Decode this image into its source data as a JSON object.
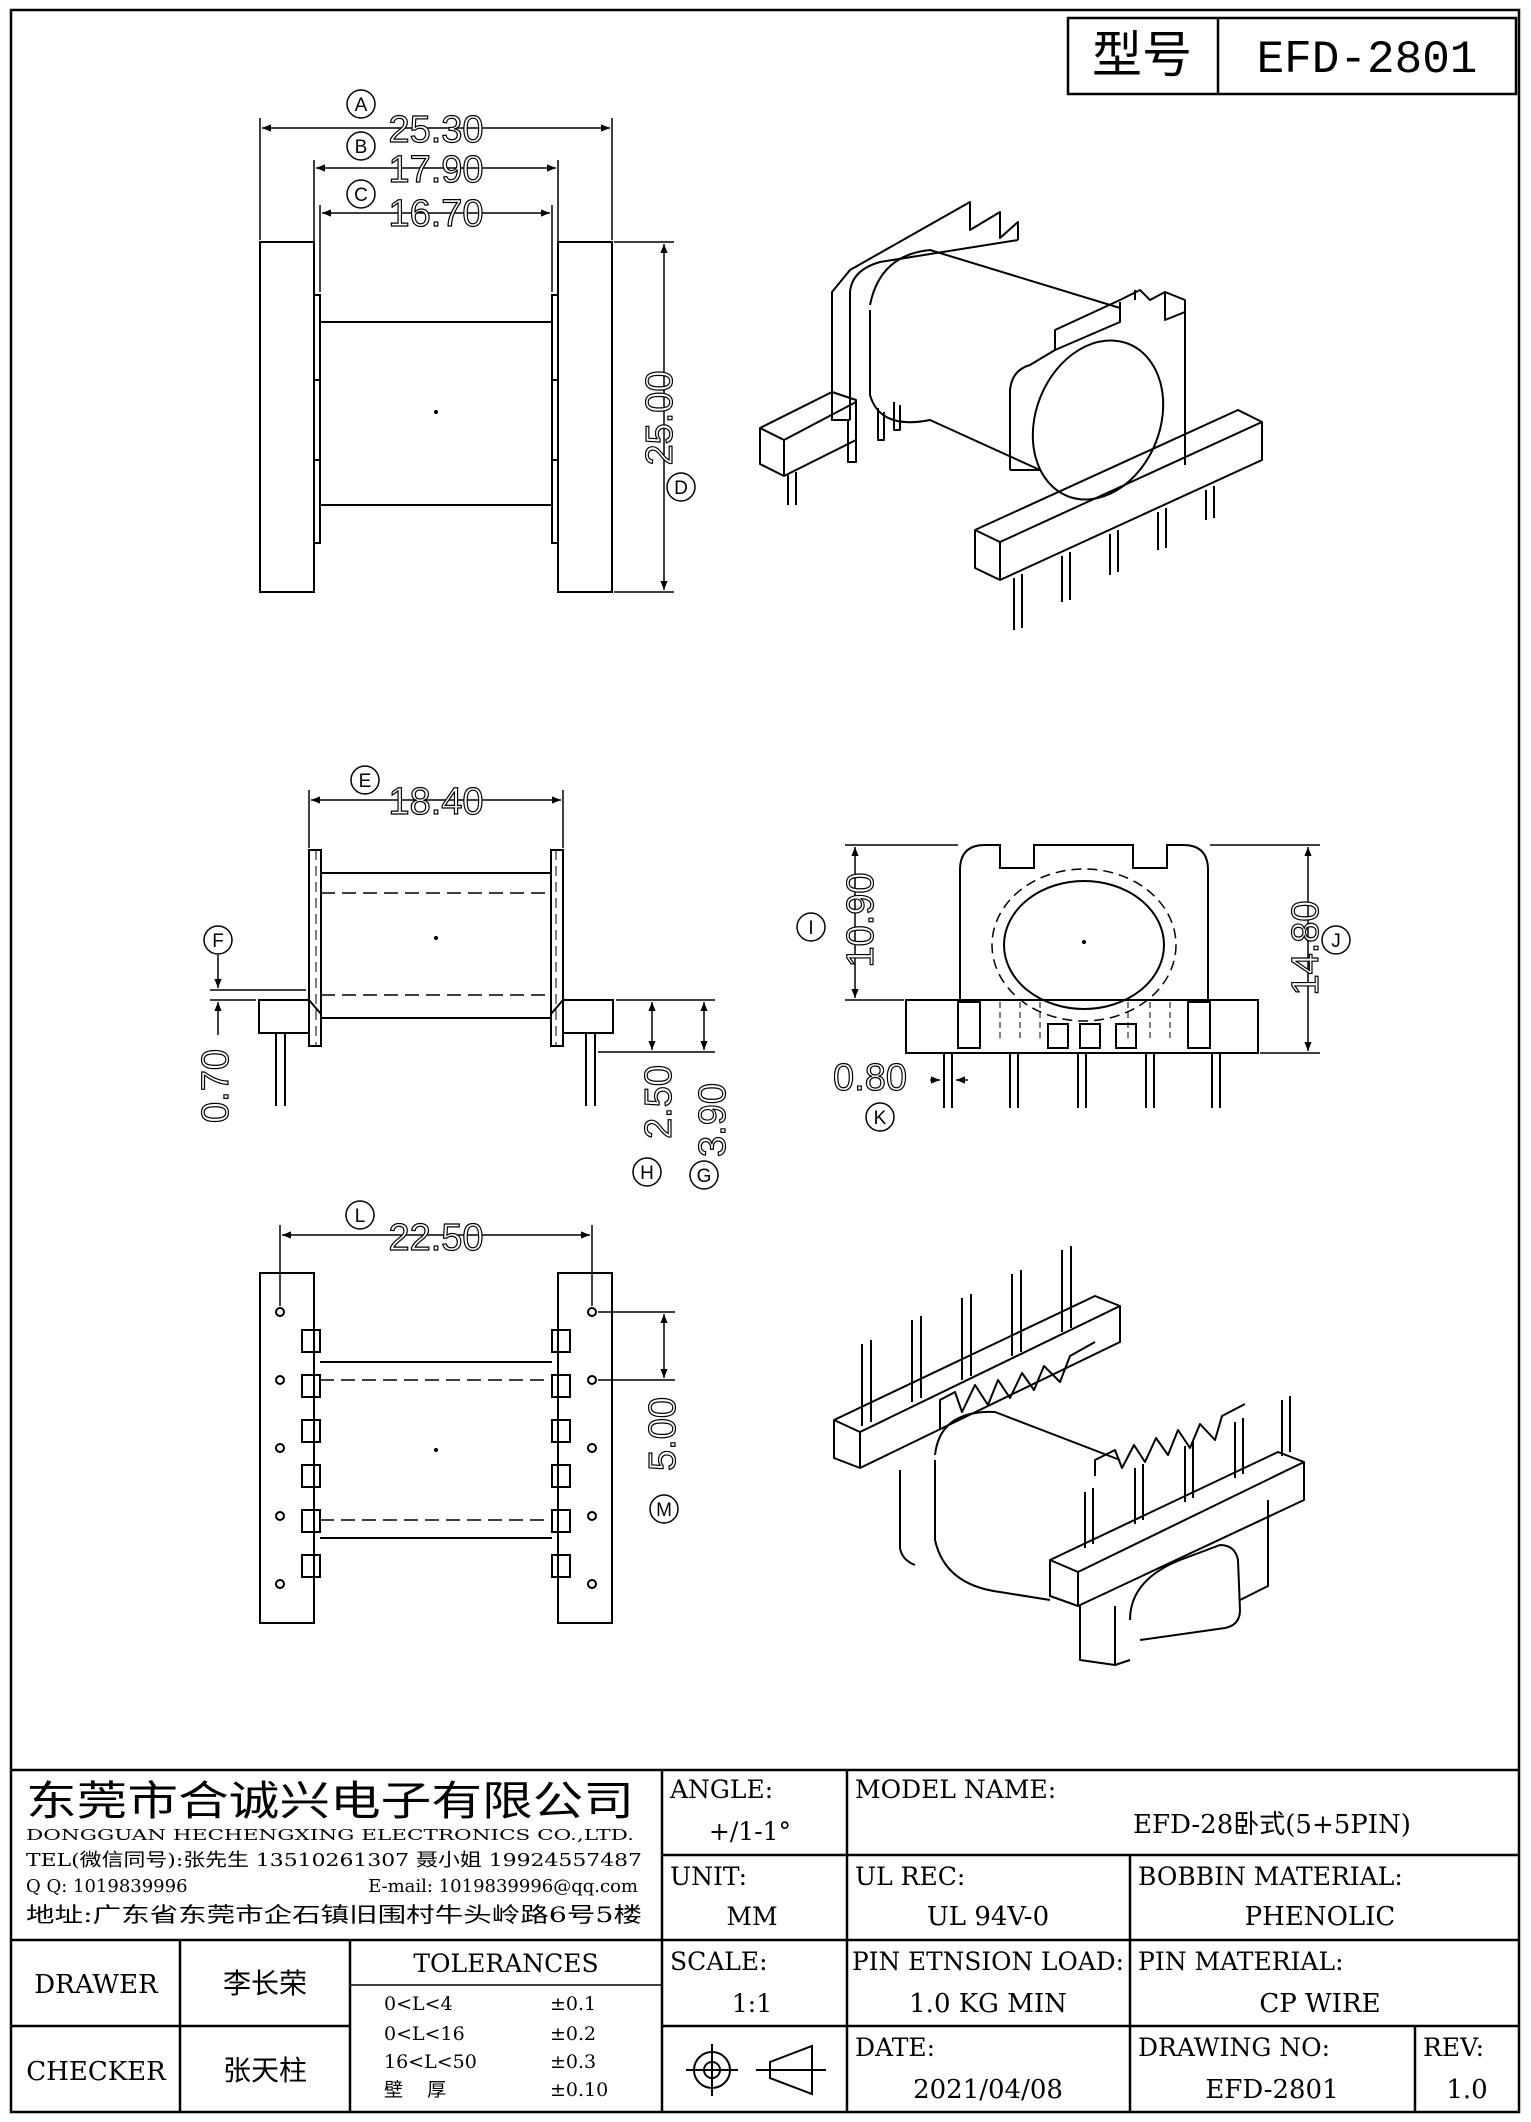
{
  "header": {
    "type_label": "型号",
    "model": "EFD-2801"
  },
  "dimensions": {
    "A": {
      "letter": "A",
      "value": "25.30"
    },
    "B": {
      "letter": "B",
      "value": "17.90"
    },
    "C": {
      "letter": "C",
      "value": "16.70"
    },
    "D": {
      "letter": "D",
      "value": "25.00"
    },
    "E": {
      "letter": "E",
      "value": "18.40"
    },
    "F": {
      "letter": "F",
      "value": "0.70"
    },
    "G": {
      "letter": "G",
      "value": "3.90"
    },
    "H": {
      "letter": "H",
      "value": "2.50"
    },
    "I": {
      "letter": "I",
      "value": "10.90"
    },
    "J": {
      "letter": "J",
      "value": "14.80"
    },
    "K": {
      "letter": "K",
      "value": "0.80"
    },
    "L": {
      "letter": "L",
      "value": "22.50"
    },
    "M": {
      "letter": "M",
      "value": "5.00"
    }
  },
  "company": {
    "name_cn": "东莞市合诚兴电子有限公司",
    "name_en": "DONGGUAN HECHENGXING ELECTRONICS CO.,LTD.",
    "tel": "TEL(微信同号):张先生 13510261307 聂小姐 19924557487",
    "qq": "Q Q: 1019839996",
    "email": "E-mail: 1019839996@qq.com",
    "address": "地址:广东省东莞市企石镇旧围村牛头岭路6号5楼"
  },
  "specs": {
    "angle_label": "ANGLE:",
    "angle_value": "+/1-1°",
    "model_name_label": "MODEL NAME:",
    "model_name_value": "EFD-28卧式(5+5PIN)",
    "unit_label": "UNIT:",
    "unit_value": "MM",
    "ul_label": "UL REC:",
    "ul_value": "UL 94V-0",
    "bobbin_label": "BOBBIN MATERIAL:",
    "bobbin_value": "PHENOLIC",
    "scale_label": "SCALE:",
    "scale_value": "1:1",
    "pin_load_label": "PIN ETNSION LOAD:",
    "pin_load_value": "1.0 KG MIN",
    "pin_mat_label": "PIN MATERIAL:",
    "pin_mat_value": "CP WIRE",
    "date_label": "DATE:",
    "date_value": "2021/04/08",
    "drawing_no_label": "DRAWING NO:",
    "drawing_no_value": "EFD-2801",
    "rev_label": "REV:",
    "rev_value": "1.0"
  },
  "people": {
    "drawer_label": "DRAWER",
    "drawer_name": "李长荣",
    "checker_label": "CHECKER",
    "checker_name": "张天柱"
  },
  "tolerances": {
    "title": "TOLERANCES",
    "rows": [
      {
        "range": "0<L<4",
        "value": "±0.1"
      },
      {
        "range": "0<L<16",
        "value": "±0.2"
      },
      {
        "range": "16<L<50",
        "value": "±0.3"
      },
      {
        "range": "壁    厚",
        "value": "±0.10"
      }
    ]
  }
}
